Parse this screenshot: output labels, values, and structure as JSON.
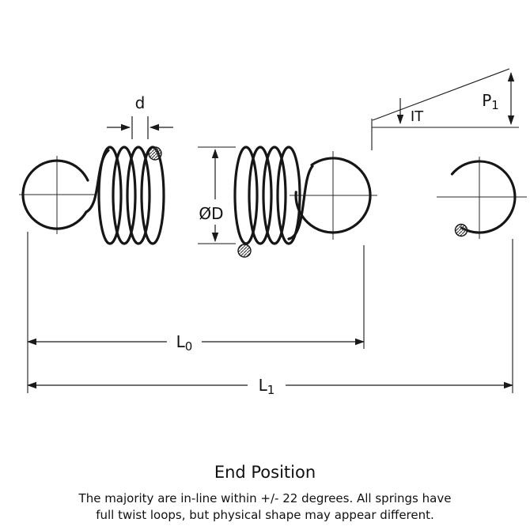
{
  "diagram": {
    "labels": {
      "wire_diameter": "d",
      "pitch_main": "P",
      "pitch_sub": "1",
      "initial_tension": "IT",
      "outer_diameter": "ØD",
      "free_length_main": "L",
      "free_length_sub": "0",
      "overall_length_main": "L",
      "overall_length_sub": "1"
    },
    "caption": "End Position",
    "caption_color": "#2B3FD6",
    "ink_color": "#161616",
    "note_line1": "The majority are in-line within +/- 22 degrees. All springs have",
    "note_line2": "full twist loops, but physical shape may appear different."
  }
}
